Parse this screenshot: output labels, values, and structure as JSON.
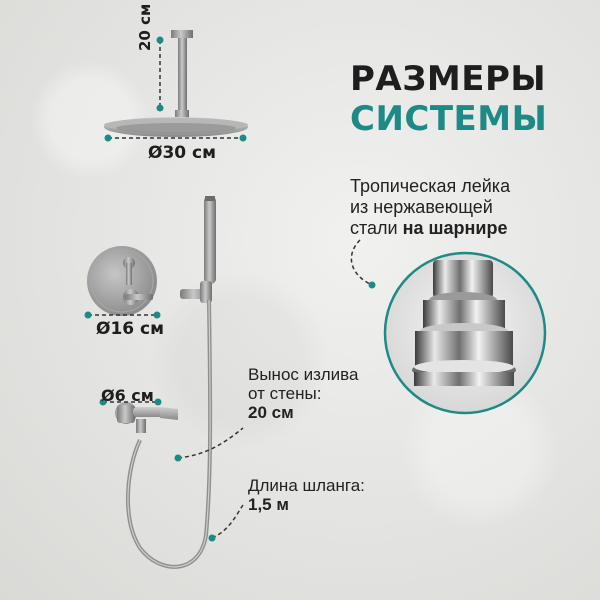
{
  "title": {
    "line1": "РАЗМЕРЫ",
    "line2": "СИСТЕМЫ"
  },
  "description": {
    "line1": "Тропическая лейка",
    "line2": "из нержавеющей",
    "line3_regular": "стали ",
    "line3_bold": "на шарнире"
  },
  "dimensions": {
    "shower_head_height": "20 см",
    "shower_head_diameter": "Ø30 см",
    "mixer_diameter": "Ø16 см",
    "spout_diameter": "Ø6 см"
  },
  "spout": {
    "line1": "Вынос излива",
    "line2": "от стены:",
    "value": "20 см"
  },
  "hose": {
    "line1": "Длина шланга:",
    "value": "1,5 м"
  },
  "colors": {
    "accent": "#1e8a86",
    "text": "#1e1e1e",
    "steel": "#9a9a9a"
  }
}
